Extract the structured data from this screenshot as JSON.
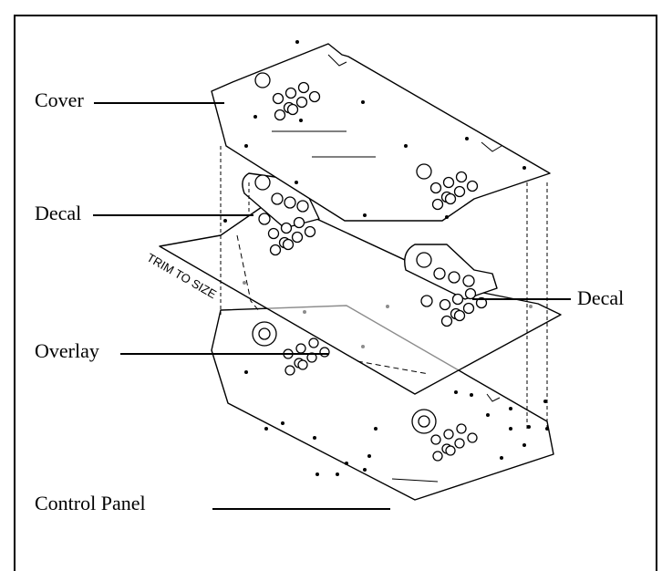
{
  "labels": {
    "cover": "Cover",
    "decal_left": "Decal",
    "decal_right": "Decal",
    "overlay": "Overlay",
    "control_panel": "Control Panel",
    "trim": "TRIM TO SIZE"
  }
}
